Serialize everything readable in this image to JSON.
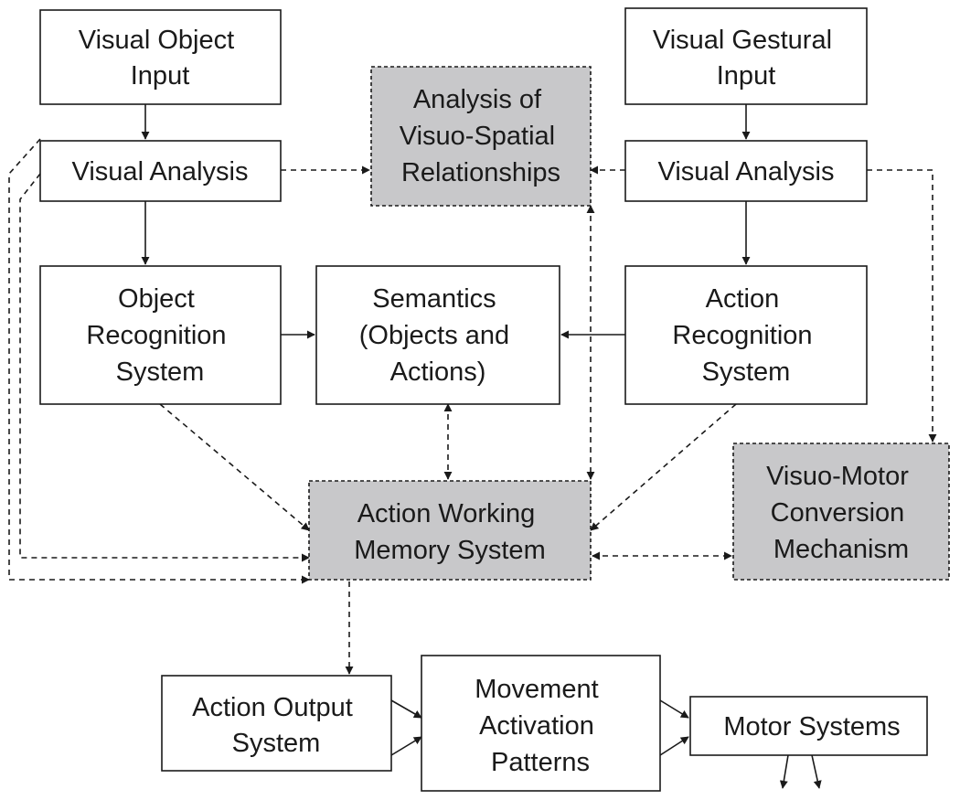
{
  "nodes": {
    "visual_object_input": {
      "lines": [
        "Visual Object",
        "Input"
      ]
    },
    "visual_gestural_input": {
      "lines": [
        "Visual Gestural",
        "Input"
      ]
    },
    "visuo_spatial": {
      "lines": [
        "Analysis of",
        "Visuo-Spatial",
        "Relationships"
      ]
    },
    "visual_analysis_left": {
      "lines": [
        "Visual Analysis"
      ]
    },
    "visual_analysis_right": {
      "lines": [
        "Visual Analysis"
      ]
    },
    "object_recognition": {
      "lines": [
        "Object",
        "Recognition",
        "System"
      ]
    },
    "semantics": {
      "lines": [
        "Semantics",
        "(Objects and",
        "Actions)"
      ]
    },
    "action_recognition": {
      "lines": [
        "Action",
        "Recognition",
        "System"
      ]
    },
    "action_working_memory": {
      "lines": [
        "Action Working",
        "Memory System"
      ]
    },
    "visuo_motor": {
      "lines": [
        "Visuo-Motor",
        "Conversion",
        "Mechanism"
      ]
    },
    "action_output": {
      "lines": [
        "Action Output",
        "System"
      ]
    },
    "movement_activation": {
      "lines": [
        "Movement",
        "Activation",
        "Patterns"
      ]
    },
    "motor_systems": {
      "lines": [
        "Motor Systems"
      ]
    }
  },
  "colors": {
    "stroke": "#1a1a1a",
    "shaded_fill": "#c8c8ca",
    "box_fill": "#ffffff"
  }
}
